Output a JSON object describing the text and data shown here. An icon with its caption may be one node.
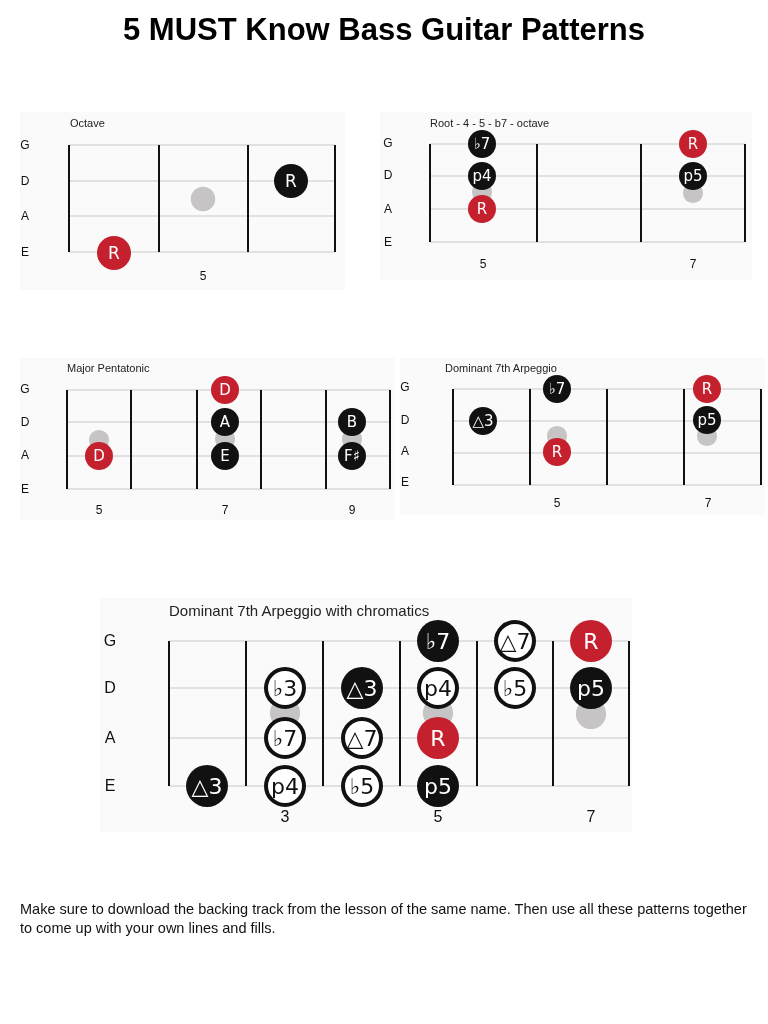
{
  "diagram": {
    "title": "5 MUST Know Bass Guitar Patterns",
    "nodes": [
      {
        "text": [
          "Octave"
        ]
      },
      {
        "text": [
          "R"
        ],
        "in": 0
      },
      {
        "text": [
          "R"
        ],
        "in": 0
      },
      {
        "text": [
          "Root - 4 - 5 - b7 - octave"
        ]
      },
      {
        "text": [
          "♭7"
        ],
        "in": 3
      },
      {
        "text": [
          "R"
        ],
        "in": 3
      },
      {
        "text": [
          "p4"
        ],
        "in": 3
      },
      {
        "text": [
          "p5"
        ],
        "in": 3
      },
      {
        "text": [
          "R"
        ],
        "in": 3
      },
      {
        "text": [
          "Major Pentatonic"
        ]
      },
      {
        "text": [
          "D"
        ],
        "in": 9
      },
      {
        "text": [
          "A"
        ],
        "in": 9
      },
      {
        "text": [
          "B"
        ],
        "in": 9
      },
      {
        "text": [
          "D"
        ],
        "in": 9
      },
      {
        "text": [
          "E"
        ],
        "in": 9
      },
      {
        "text": [
          "F♯"
        ],
        "in": 9
      },
      {
        "text": [
          "Dominant 7th Arpeggio"
        ]
      },
      {
        "text": [
          "♭7"
        ],
        "in": 16
      },
      {
        "text": [
          "R"
        ],
        "in": 16
      },
      {
        "text": [
          "△3"
        ],
        "in": 16
      },
      {
        "text": [
          "p5"
        ],
        "in": 16
      },
      {
        "text": [
          "R"
        ],
        "in": 16
      },
      {
        "text": [
          "Dominant 7th Arpeggio with chromatics"
        ]
      },
      {
        "text": [
          "♭7"
        ],
        "in": 22
      },
      {
        "text": [
          "△7"
        ],
        "in": 22
      },
      {
        "text": [
          "R"
        ],
        "in": 22
      },
      {
        "text": [
          "♭3"
        ],
        "in": 22
      },
      {
        "text": [
          "△3"
        ],
        "in": 22
      },
      {
        "text": [
          "p4"
        ],
        "in": 22
      },
      {
        "text": [
          "♭5"
        ],
        "in": 22
      },
      {
        "text": [
          "p5"
        ],
        "in": 22
      },
      {
        "text": [
          "♭7"
        ],
        "in": 22
      },
      {
        "text": [
          "△7"
        ],
        "in": 22
      },
      {
        "text": [
          "R"
        ],
        "in": 22
      },
      {
        "text": [
          "△3"
        ],
        "in": 22
      },
      {
        "text": [
          "p4"
        ],
        "in": 22
      },
      {
        "text": [
          "♭5"
        ],
        "in": 22
      },
      {
        "text": [
          "p5"
        ],
        "in": 22
      }
    ],
    "labels": [
      "G",
      "D",
      "A",
      "E",
      "5",
      "G",
      "D",
      "A",
      "E",
      "5",
      "7",
      "G",
      "D",
      "A",
      "E",
      "5",
      "7",
      "9",
      "G",
      "D",
      "A",
      "E",
      "5",
      "7",
      "G",
      "D",
      "A",
      "E",
      "3",
      "5",
      "7",
      "Make sure to download the backing track from the lesson of the same name. Then use all these patterns together to come up with your own lines and fills."
    ]
  }
}
